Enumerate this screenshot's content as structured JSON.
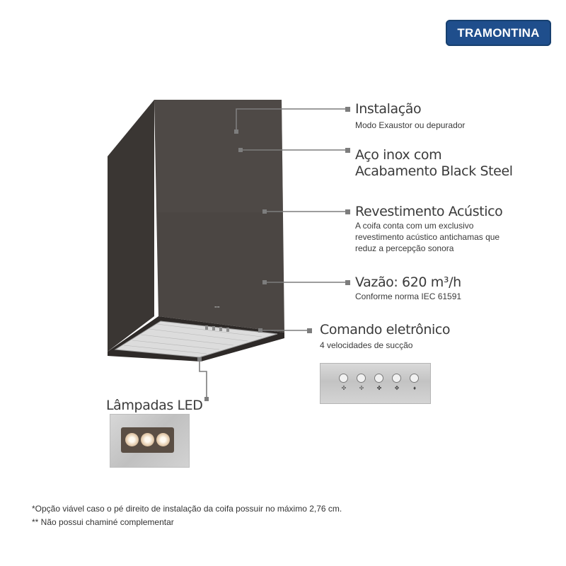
{
  "brand": {
    "name": "TRAMONTINA"
  },
  "callouts": [
    {
      "id": "instalacao",
      "title": "Instalação",
      "lines": [
        "Modo Exaustor ou depurador"
      ]
    },
    {
      "id": "aco",
      "title": "Aço inox com",
      "title2": "Acabamento Black Steel",
      "lines": []
    },
    {
      "id": "revestimento",
      "title": "Revestimento Acústico",
      "lines": [
        "A coifa conta com um exclusivo",
        "revestimento acústico antichamas que",
        "reduz a percepção sonora"
      ]
    },
    {
      "id": "vazao",
      "title": "Vazão: 620 m³/h",
      "lines": [
        "Conforme norma IEC 61591"
      ]
    },
    {
      "id": "comando",
      "title": "Comando eletrônico",
      "lines": [
        "4 velocidades de sucção"
      ]
    },
    {
      "id": "lampadas",
      "title": "Lâmpadas LED",
      "lines": []
    }
  ],
  "control_panel": {
    "icons": [
      "fan-1-icon",
      "fan-2-icon",
      "fan-3-icon",
      "fan-4-icon",
      "light-icon"
    ]
  },
  "footnotes": [
    "*Opção viável caso o pé direito de instalação da coifa possuir no máximo 2,76 cm.",
    "** Não possui chaminé complementar"
  ],
  "colors": {
    "hood_front": "#4b4643",
    "hood_side": "#3a3633",
    "hood_top": "#5a5552",
    "brand_blue": "#1f4e8c",
    "callout_line": "#7d7d7d"
  }
}
